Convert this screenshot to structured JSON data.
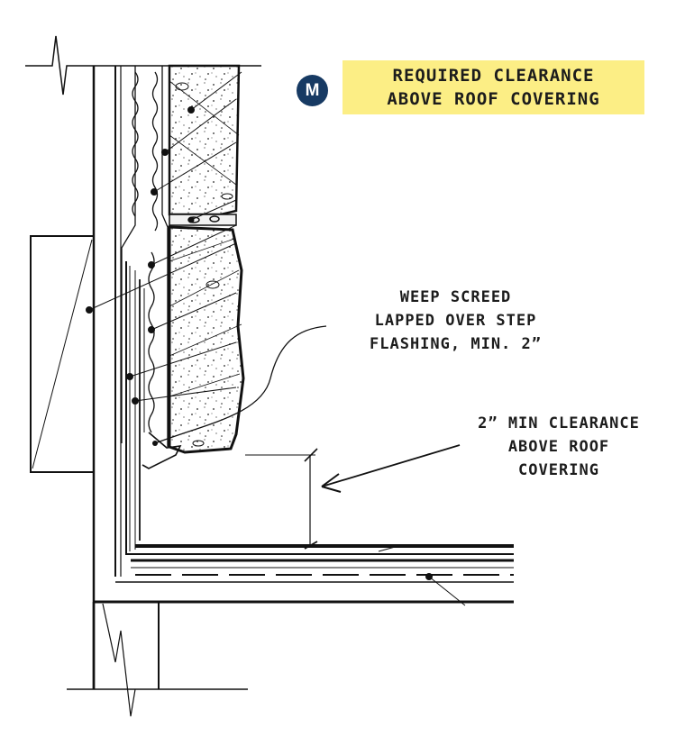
{
  "badge": {
    "letter": "M"
  },
  "callout": {
    "lines": [
      "REQUIRED CLEARANCE",
      "ABOVE ROOF COVERING"
    ],
    "highlight_color": "#fcee85",
    "badge_color": "#173a63"
  },
  "labels": {
    "weep_screed": [
      "WEEP SCREED",
      "LAPPED OVER STEP",
      "FLASHING, MIN. 2”"
    ],
    "clearance": [
      "2” MIN CLEARANCE",
      "ABOVE ROOF",
      "COVERING"
    ]
  }
}
